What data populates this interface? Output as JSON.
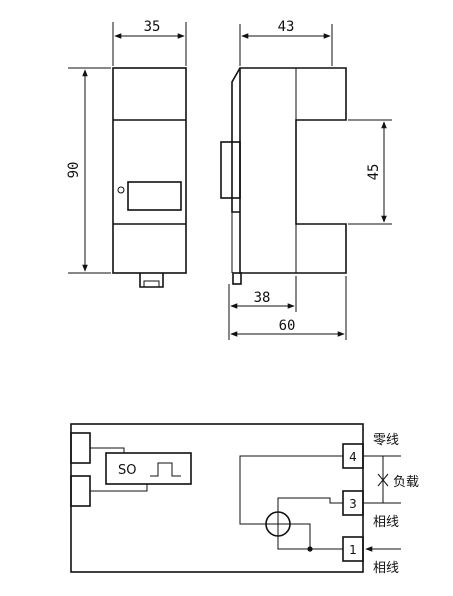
{
  "dimensions": {
    "width_front": "35",
    "depth_side": "43",
    "height": "90",
    "rail_height": "45",
    "depth_to_rail": "38",
    "overall_depth": "60"
  },
  "wiring": {
    "module_label": "SO",
    "terminals": [
      "4",
      "3",
      "1"
    ],
    "neutral_label": "零线",
    "load_label": "负载",
    "phase_label_mid": "相线",
    "phase_label_bottom": "相线"
  }
}
